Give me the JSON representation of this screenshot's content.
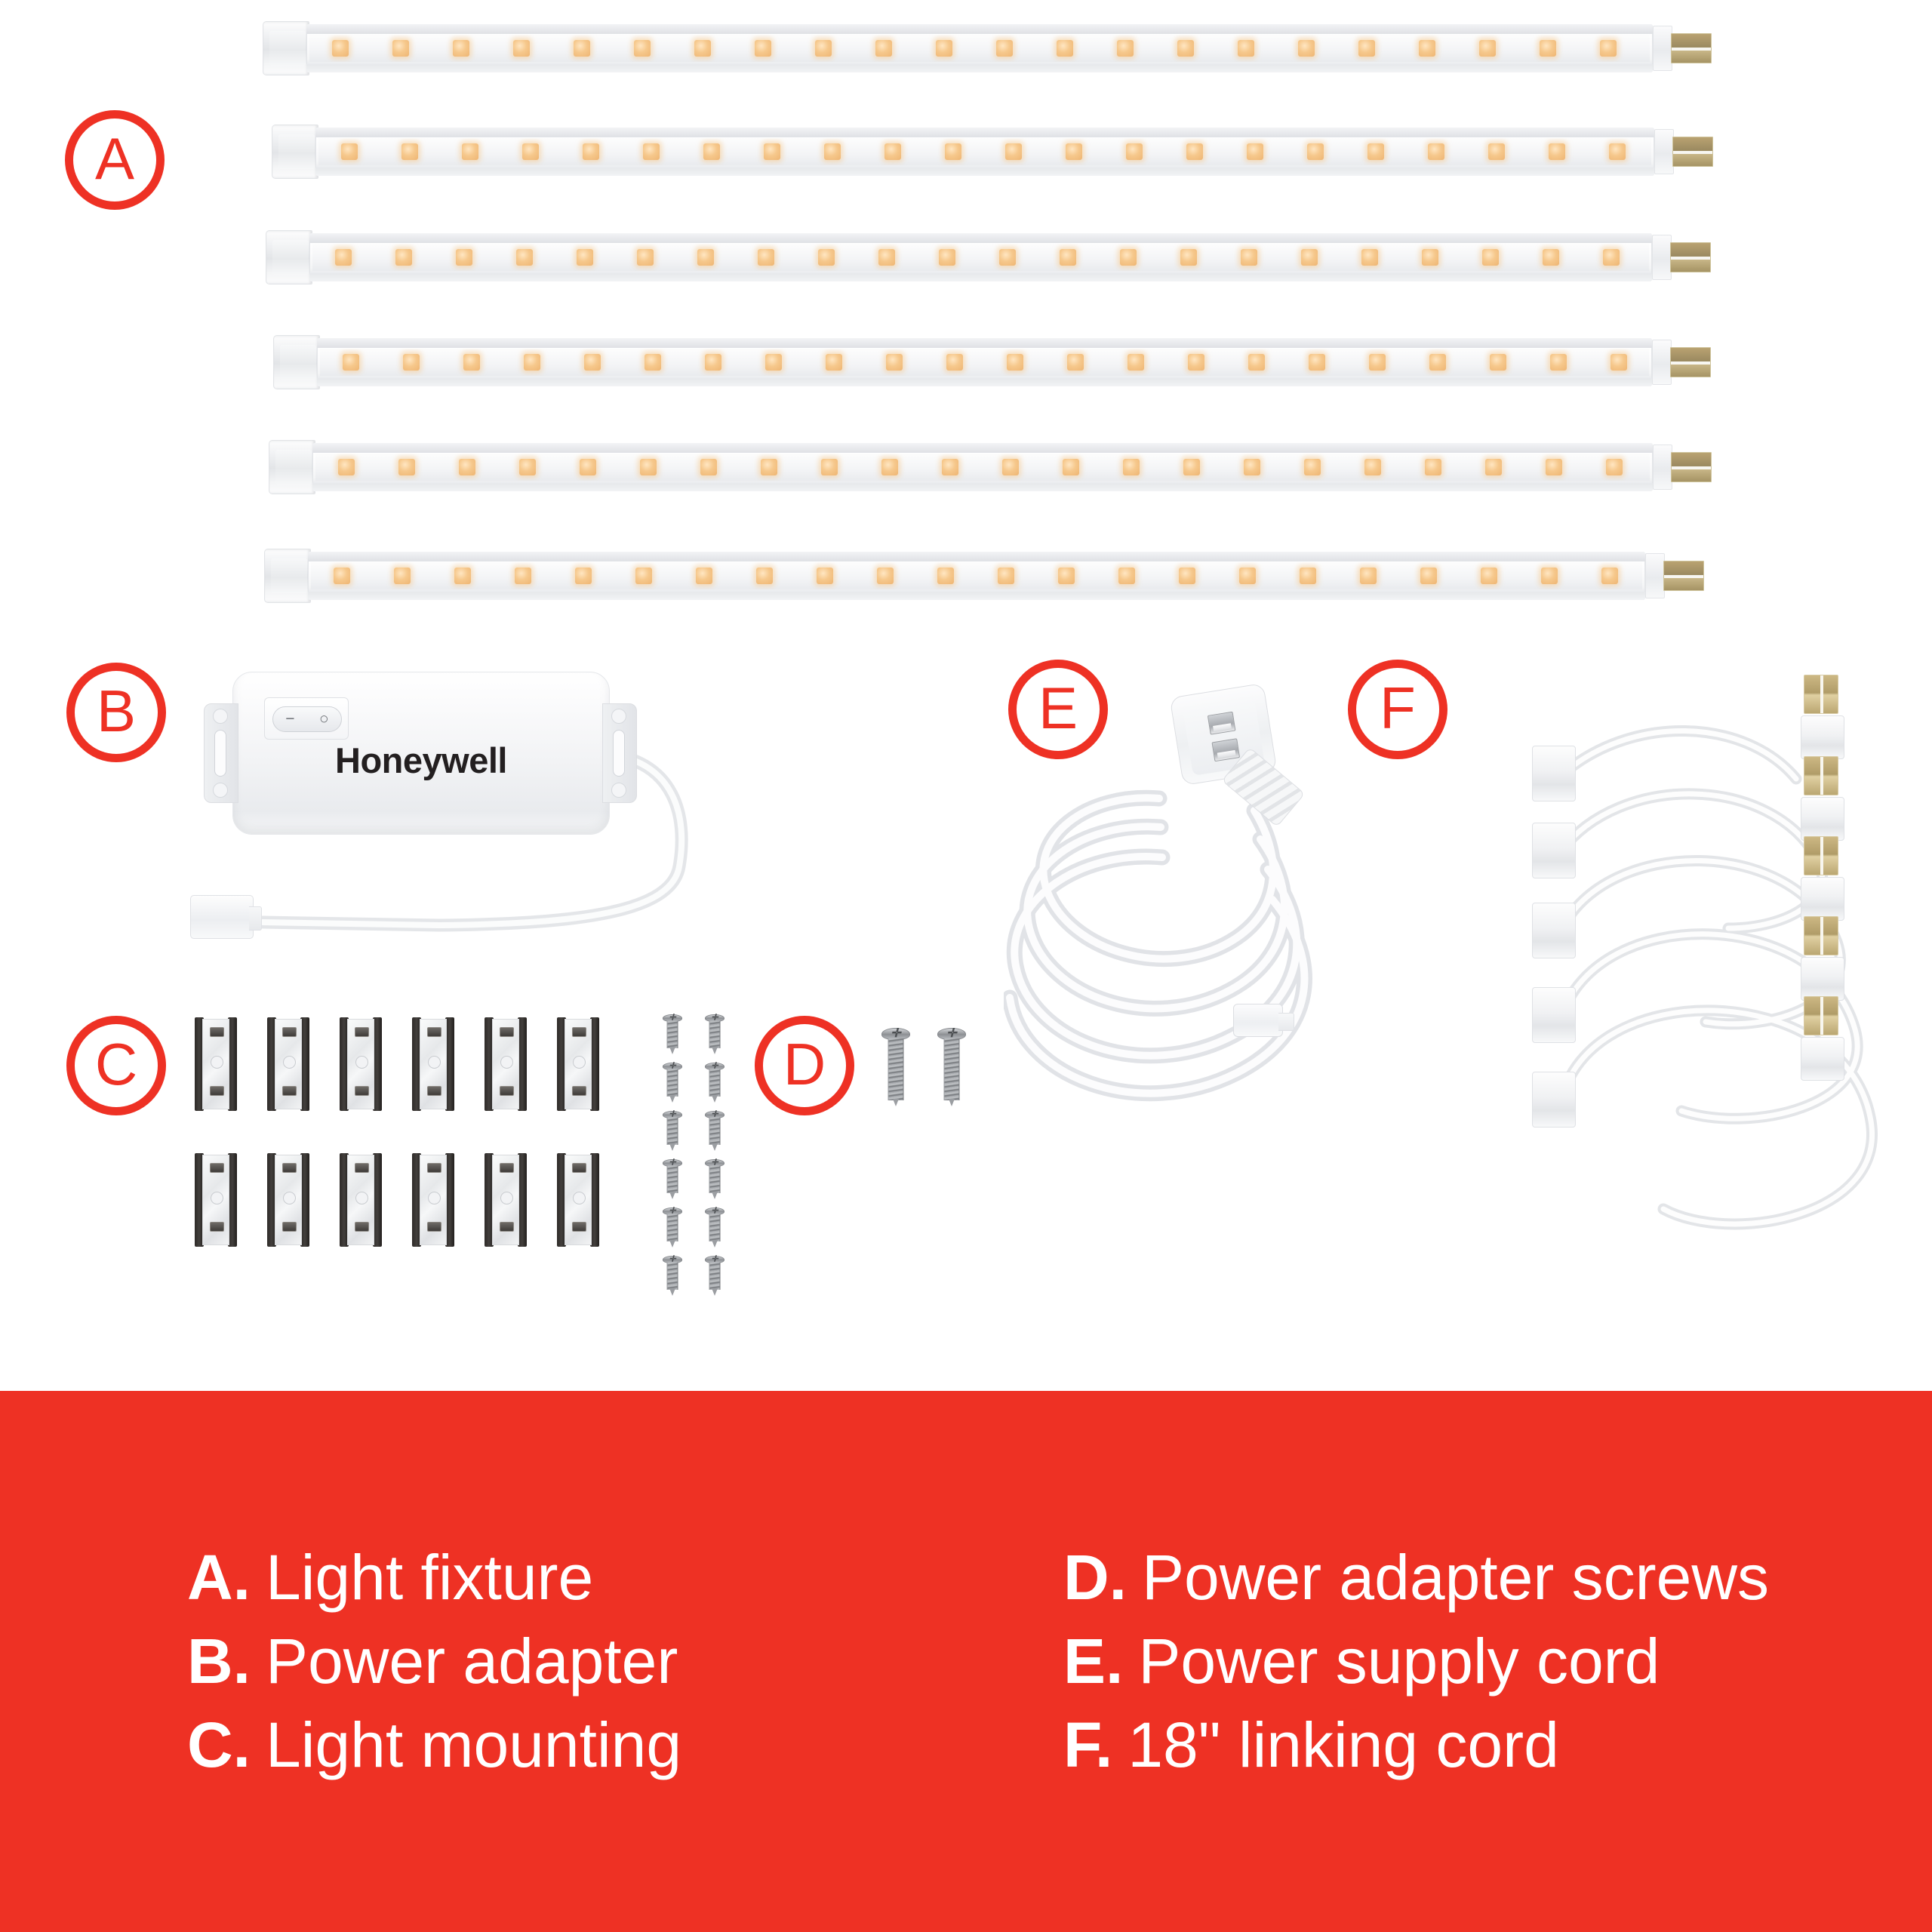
{
  "product": {
    "brand": "Honeywell",
    "accent_color": "#ee3124",
    "banner_color": "#ee3124",
    "text_color": "#ffffff",
    "led_color": "#f6c88c"
  },
  "markers": [
    {
      "letter": "A",
      "name": "marker-a"
    },
    {
      "letter": "B",
      "name": "marker-b"
    },
    {
      "letter": "C",
      "name": "marker-c"
    },
    {
      "letter": "D",
      "name": "marker-d"
    },
    {
      "letter": "E",
      "name": "marker-e"
    },
    {
      "letter": "F",
      "name": "marker-f"
    }
  ],
  "adapter": {
    "logo": "Honeywell",
    "switch_off_label": "−",
    "switch_on_label": "○"
  },
  "counts": {
    "light_fixtures": 6,
    "mounting_clips": 12,
    "mounting_screws": 12,
    "adapter_screws": 2,
    "linking_cords": 5,
    "leds_per_fixture": 22
  },
  "legend": {
    "columns": [
      {
        "items": [
          {
            "key": "A.",
            "label": "Light fixture"
          },
          {
            "key": "B.",
            "label": "Power adapter"
          },
          {
            "key": "C.",
            "label": "Light mounting"
          }
        ]
      },
      {
        "items": [
          {
            "key": "D.",
            "label": "Power adapter screws"
          },
          {
            "key": "E.",
            "label": "Power supply cord"
          },
          {
            "key": "F.",
            "label": "18\" linking cord"
          }
        ]
      }
    ]
  }
}
